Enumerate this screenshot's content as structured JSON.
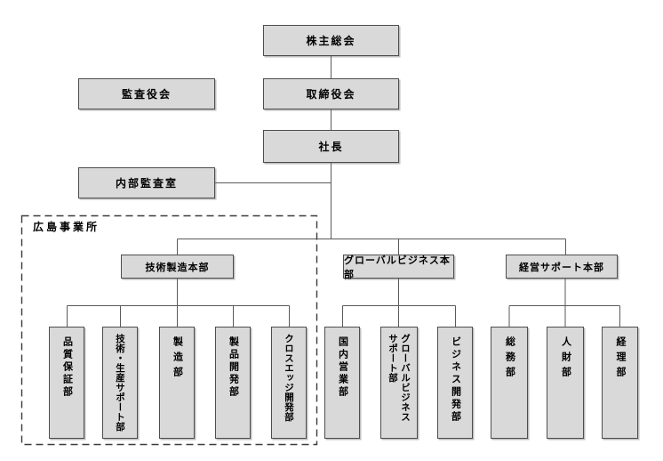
{
  "org_chart": {
    "nodes": {
      "shareholders_meeting": {
        "label": "株主総会"
      },
      "board_of_directors": {
        "label": "取締役会"
      },
      "audit_board": {
        "label": "監査役会"
      },
      "president": {
        "label": "社長"
      },
      "internal_audit_office": {
        "label": "内部監査室"
      },
      "hiroshima_office": {
        "label": "広島事業所"
      }
    },
    "divisions": [
      {
        "label": "技術製造本部",
        "departments": [
          {
            "label": "品質保証部"
          },
          {
            "label": "技術・生産サポート部"
          },
          {
            "label": "製造部"
          },
          {
            "label": "製品開発部"
          },
          {
            "label": "クロスエッジ開発部"
          }
        ]
      },
      {
        "label": "グローバルビジネス本部",
        "departments": [
          {
            "label": "国内営業部"
          },
          {
            "label": "グローバルビジネスサポート部",
            "label_lines": [
              "グローバルビジネス",
              "サポート部"
            ]
          },
          {
            "label": "ビジネス開発部"
          }
        ]
      },
      {
        "label": "経営サポート本部",
        "departments": [
          {
            "label": "総務部"
          },
          {
            "label": "人財部"
          },
          {
            "label": "経理部"
          }
        ]
      }
    ],
    "colors": {
      "box_fill": "#d9d9d9",
      "box_border": "#4d4d4d",
      "connector_line": "#5a5a5a",
      "dashed_border": "#3a3a3a",
      "background": "#ffffff",
      "text": "#000000"
    }
  }
}
